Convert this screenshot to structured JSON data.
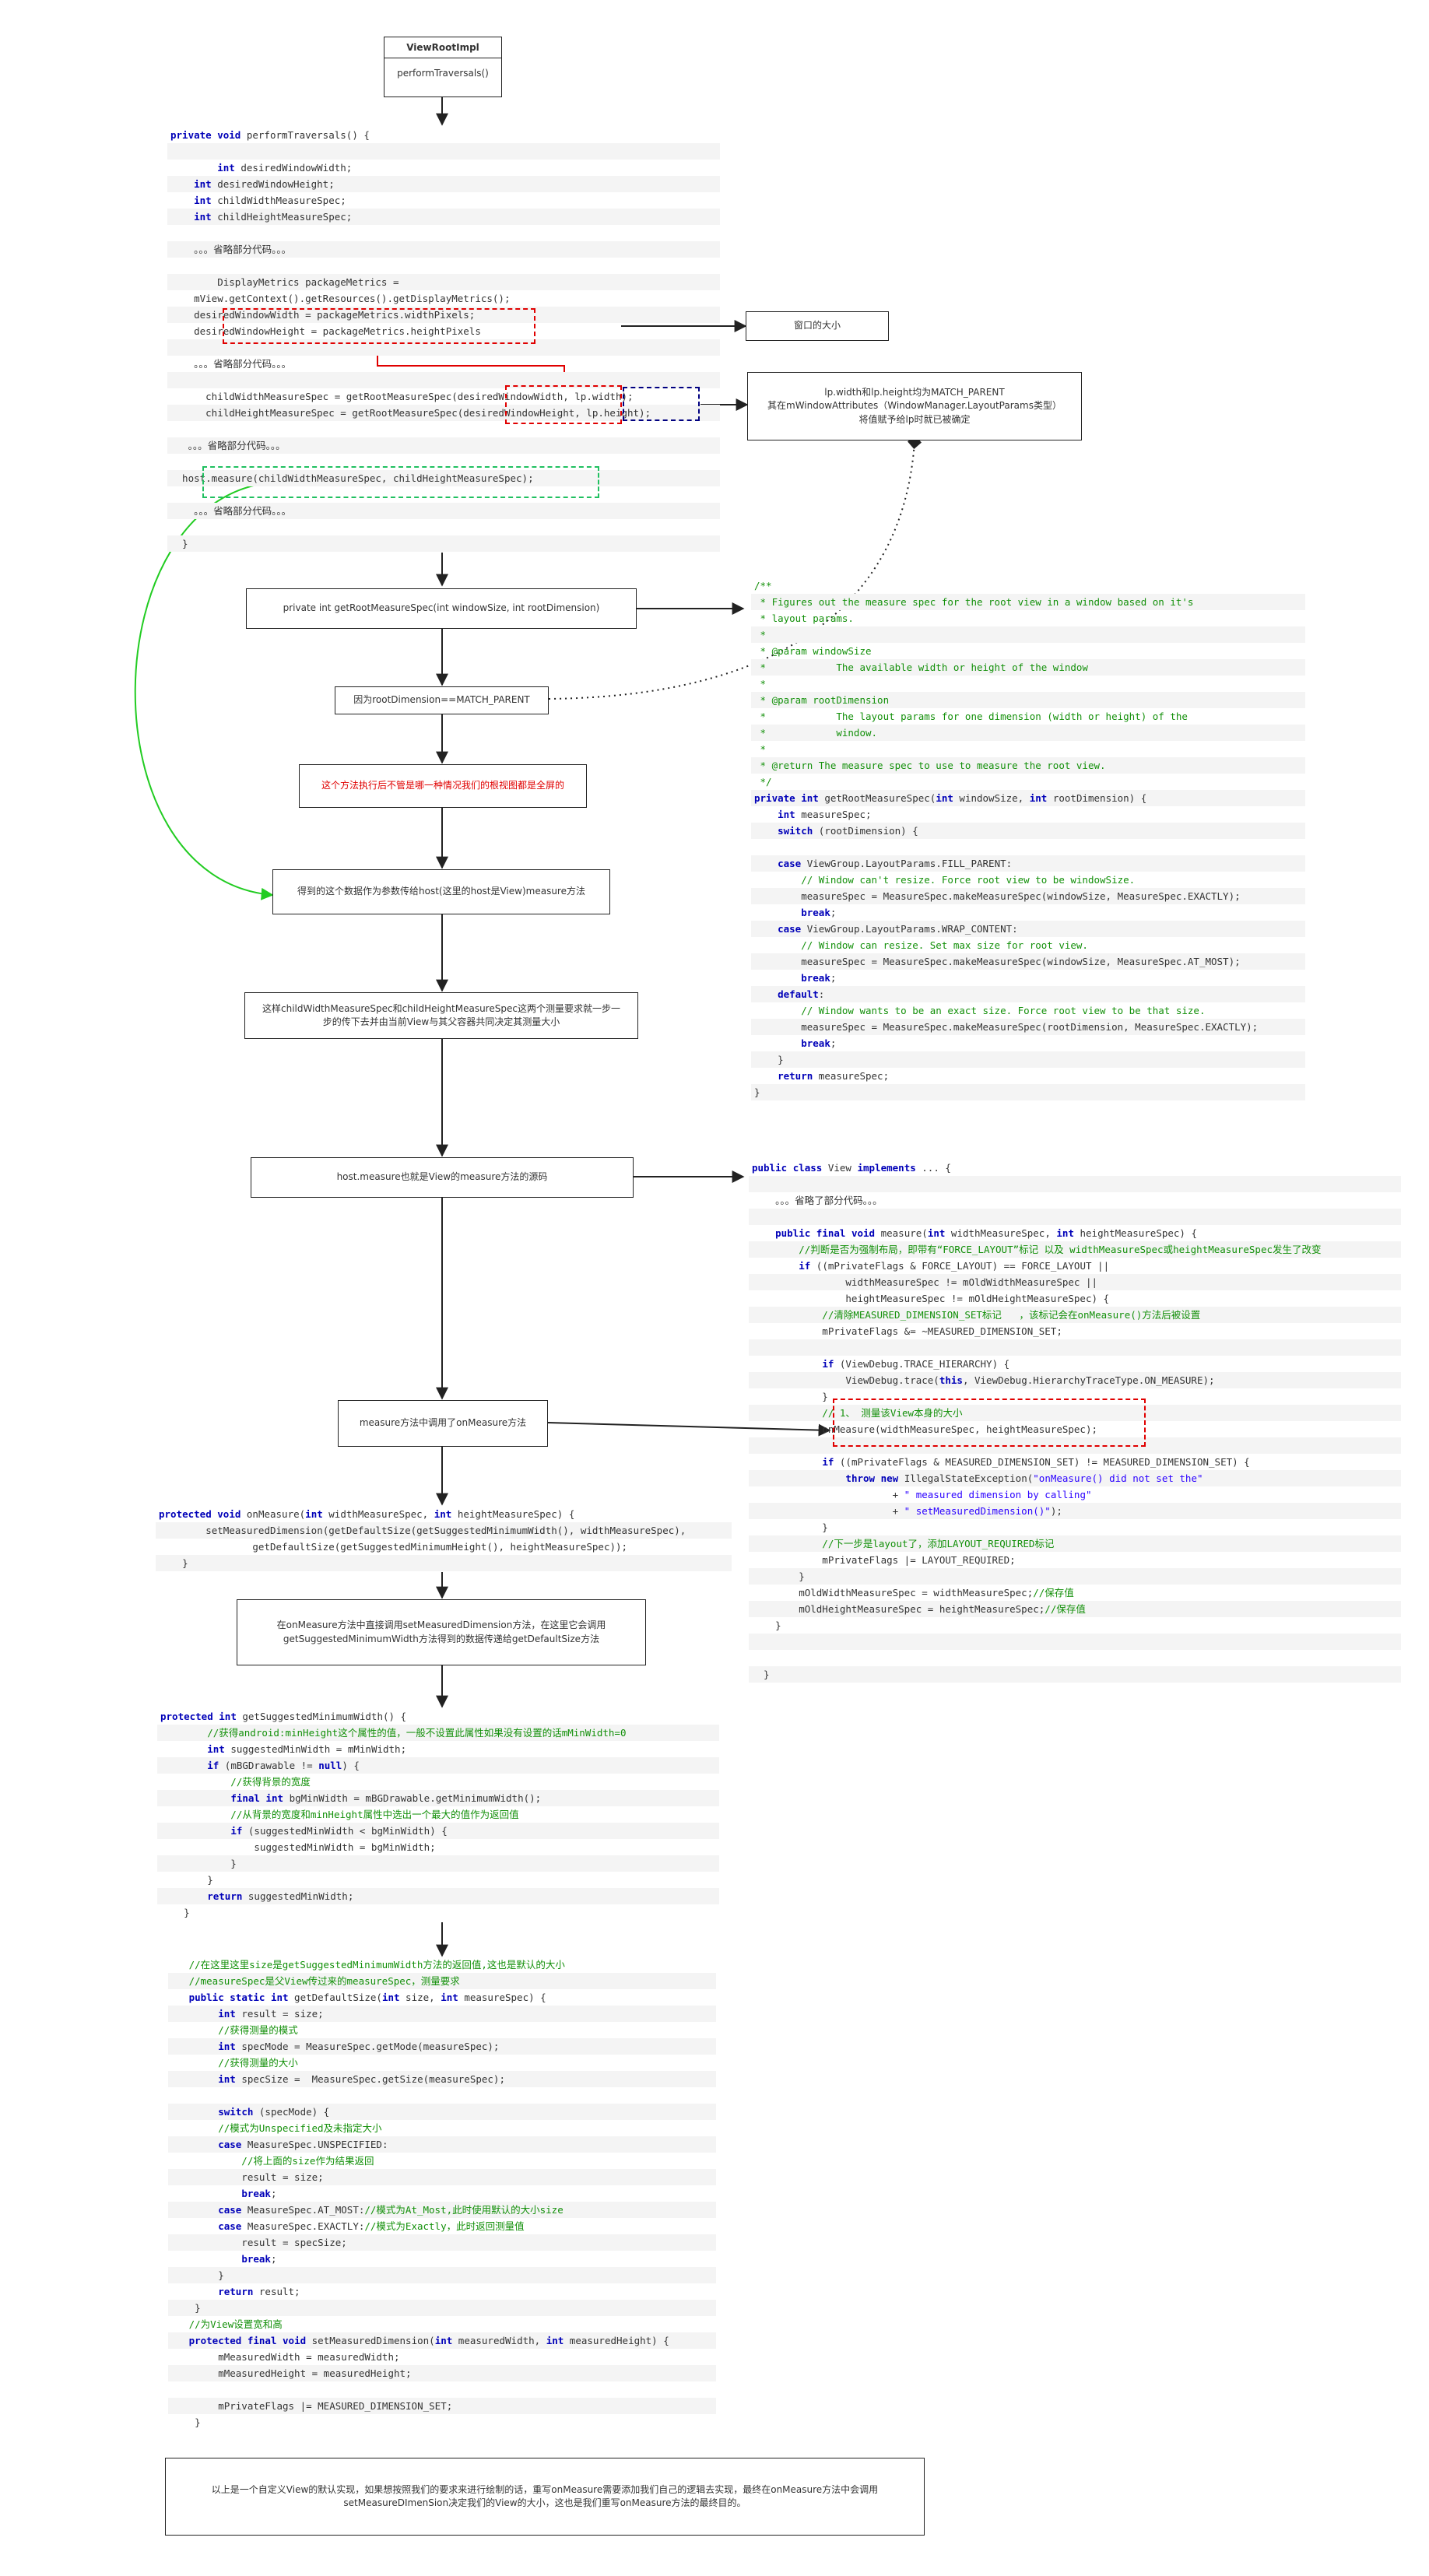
{
  "uml": {
    "title": "ViewRootImpl",
    "method": "performTraversals()"
  },
  "flow_boxes": {
    "window_size": "窗口的大小",
    "lp_note": [
      "lp.width和lp.height均为MATCH_PARENT",
      "其在mWindowAttributes（WindowManager.LayoutParams类型）",
      "将值赋予给lp时就已被确定"
    ],
    "get_root_spec": "private int getRootMeasureSpec(int windowSize, int rootDimension)",
    "match_parent": "因为rootDimension==MATCH_PARENT",
    "branch_note": "这个方法执行后不管是哪一种情况我们的根视图都是全屏的",
    "host_measure_note": "得到的这个数据作为参数传给host(这里的host是View)measure方法",
    "spec_pass": [
      "这样childWidthMeasureSpec和childHeightMeasureSpec这两个测量要求就一步一",
      "步的传下去并由当前View与其父容器共同决定其测量大小"
    ],
    "view_measure": "host.measure也就是View的measure方法的源码",
    "on_measure_call": "measure方法中调用了onMeasure方法",
    "set_dim_note": [
      "在onMeasure方法中直接调用setMeasuredDimension方法，在这里它会调用",
      "getSuggestedMinimumWidth方法得到的数据传递给getDefaultSize方法"
    ],
    "summary": [
      "以上是一个自定义View的默认实现，如果想按照我们的要求来进行绘制的话，重写onMeasure需要添加我们自己的逻辑去实现，最终在onMeasure方法中会调用",
      "setMeasureDImenSion决定我们的View的大小，这也是我们重写onMeasure方法的最终目的。"
    ]
  },
  "code_blocks": {
    "perform_traversals": [
      "private void performTraversals() {",
      "",
      "        int desiredWindowWidth;",
      "    int desiredWindowHeight;",
      "    int childWidthMeasureSpec;",
      "    int childHeightMeasureSpec;",
      "",
      "    。。。省略部分代码。。。",
      "",
      "        DisplayMetrics packageMetrics =",
      "    mView.getContext().getResources().getDisplayMetrics();",
      "    desiredWindowWidth = packageMetrics.widthPixels;",
      "    desiredWindowHeight = packageMetrics.heightPixels",
      "",
      "    。。。省略部分代码。。。",
      "",
      "      childWidthMeasureSpec = getRootMeasureSpec(desiredWindowWidth, lp.width);",
      "      childHeightMeasureSpec = getRootMeasureSpec(desiredWindowHeight, lp.height);",
      "",
      "   。。。省略部分代码。。。",
      "",
      "  host.measure(childWidthMeasureSpec, childHeightMeasureSpec);",
      "",
      "    。。。省略部分代码。。。",
      "",
      "  }"
    ],
    "get_root_measure_spec": [
      "/**",
      " * Figures out the measure spec for the root view in a window based on it's",
      " * layout params.",
      " *",
      " * @param windowSize",
      " *            The available width or height of the window",
      " *",
      " * @param rootDimension",
      " *            The layout params for one dimension (width or height) of the",
      " *            window.",
      " *",
      " * @return The measure spec to use to measure the root view.",
      " */",
      "private int getRootMeasureSpec(int windowSize, int rootDimension) {",
      "    int measureSpec;",
      "    switch (rootDimension) {",
      "",
      "    case ViewGroup.LayoutParams.FILL_PARENT:",
      "        // Window can't resize. Force root view to be windowSize.",
      "        measureSpec = MeasureSpec.makeMeasureSpec(windowSize, MeasureSpec.EXACTLY);",
      "        break;",
      "    case ViewGroup.LayoutParams.WRAP_CONTENT:",
      "        // Window can resize. Set max size for root view.",
      "        measureSpec = MeasureSpec.makeMeasureSpec(windowSize, MeasureSpec.AT_MOST);",
      "        break;",
      "    default:",
      "        // Window wants to be an exact size. Force root view to be that size.",
      "        measureSpec = MeasureSpec.makeMeasureSpec(rootDimension, MeasureSpec.EXACTLY);",
      "        break;",
      "    }",
      "    return measureSpec;",
      "}"
    ],
    "view_measure": [
      "public class View implements ... {",
      "",
      "    。。。省略了部分代码。。。",
      "",
      "    public final void measure(int widthMeasureSpec, int heightMeasureSpec) {",
      "        //判断是否为强制布局，即带有“FORCE_LAYOUT”标记 以及 widthMeasureSpec或heightMeasureSpec发生了改变",
      "        if ((mPrivateFlags & FORCE_LAYOUT) == FORCE_LAYOUT ||",
      "                widthMeasureSpec != mOldWidthMeasureSpec ||",
      "                heightMeasureSpec != mOldHeightMeasureSpec) {",
      "            //清除MEASURED_DIMENSION_SET标记   ，该标记会在onMeasure()方法后被设置",
      "            mPrivateFlags &= ~MEASURED_DIMENSION_SET;",
      "",
      "            if (ViewDebug.TRACE_HIERARCHY) {",
      "                ViewDebug.trace(this, ViewDebug.HierarchyTraceType.ON_MEASURE);",
      "            }",
      "            // 1、 测量该View本身的大小",
      "            onMeasure(widthMeasureSpec, heightMeasureSpec);",
      "",
      "            if ((mPrivateFlags & MEASURED_DIMENSION_SET) != MEASURED_DIMENSION_SET) {",
      "                throw new IllegalStateException(\"onMeasure() did not set the\"",
      "                        + \" measured dimension by calling\"",
      "                        + \" setMeasuredDimension()\");",
      "            }",
      "            //下一步是layout了，添加LAYOUT_REQUIRED标记",
      "            mPrivateFlags |= LAYOUT_REQUIRED;",
      "        }",
      "        mOldWidthMeasureSpec = widthMeasureSpec;//保存值",
      "        mOldHeightMeasureSpec = heightMeasureSpec;//保存值",
      "    }",
      "",
      "",
      "  }"
    ],
    "on_measure": [
      "protected void onMeasure(int widthMeasureSpec, int heightMeasureSpec) {",
      "        setMeasuredDimension(getDefaultSize(getSuggestedMinimumWidth(), widthMeasureSpec),",
      "                getDefaultSize(getSuggestedMinimumHeight(), heightMeasureSpec));",
      "    }"
    ],
    "suggested_min_width": [
      "protected int getSuggestedMinimumWidth() {",
      "        //获得android:minHeight这个属性的值，一般不设置此属性如果没有设置的话mMinWidth=0",
      "        int suggestedMinWidth = mMinWidth;",
      "        if (mBGDrawable != null) {",
      "            //获得背景的宽度",
      "            final int bgMinWidth = mBGDrawable.getMinimumWidth();",
      "            //从背景的宽度和minHeight属性中选出一个最大的值作为返回值",
      "            if (suggestedMinWidth < bgMinWidth) {",
      "                suggestedMinWidth = bgMinWidth;",
      "            }",
      "        }",
      "        return suggestedMinWidth;",
      "    }"
    ],
    "default_size": [
      "   //在这里这里size是getSuggestedMinimumWidth方法的返回值,这也是默认的大小",
      "   //measureSpec是父View传过来的measureSpec，测量要求",
      "   public static int getDefaultSize(int size, int measureSpec) {",
      "        int result = size;",
      "        //获得测量的模式",
      "        int specMode = MeasureSpec.getMode(measureSpec);",
      "        //获得测量的大小",
      "        int specSize =  MeasureSpec.getSize(measureSpec);",
      "",
      "        switch (specMode) {",
      "        //模式为Unspecified及未指定大小",
      "        case MeasureSpec.UNSPECIFIED:",
      "            //将上面的size作为结果返回",
      "            result = size;",
      "            break;",
      "        case MeasureSpec.AT_MOST://模式为At_Most,此时使用默认的大小size",
      "        case MeasureSpec.EXACTLY://模式为Exactly，此时返回测量值",
      "            result = specSize;",
      "            break;",
      "        }",
      "        return result;",
      "    }",
      "   //为View设置宽和高",
      "   protected final void setMeasuredDimension(int measuredWidth, int measuredHeight) {",
      "        mMeasuredWidth = measuredWidth;",
      "        mMeasuredHeight = measuredHeight;",
      "",
      "        mPrivateFlags |= MEASURED_DIMENSION_SET;",
      "    }"
    ]
  },
  "colors": {
    "keyword": "#0000b8",
    "comment": "#13900a",
    "string": "#2a00ff",
    "highlight_red": "#e00000",
    "highlight_blue": "#000080",
    "highlight_green": "#20c060",
    "arrow": "#222222"
  }
}
